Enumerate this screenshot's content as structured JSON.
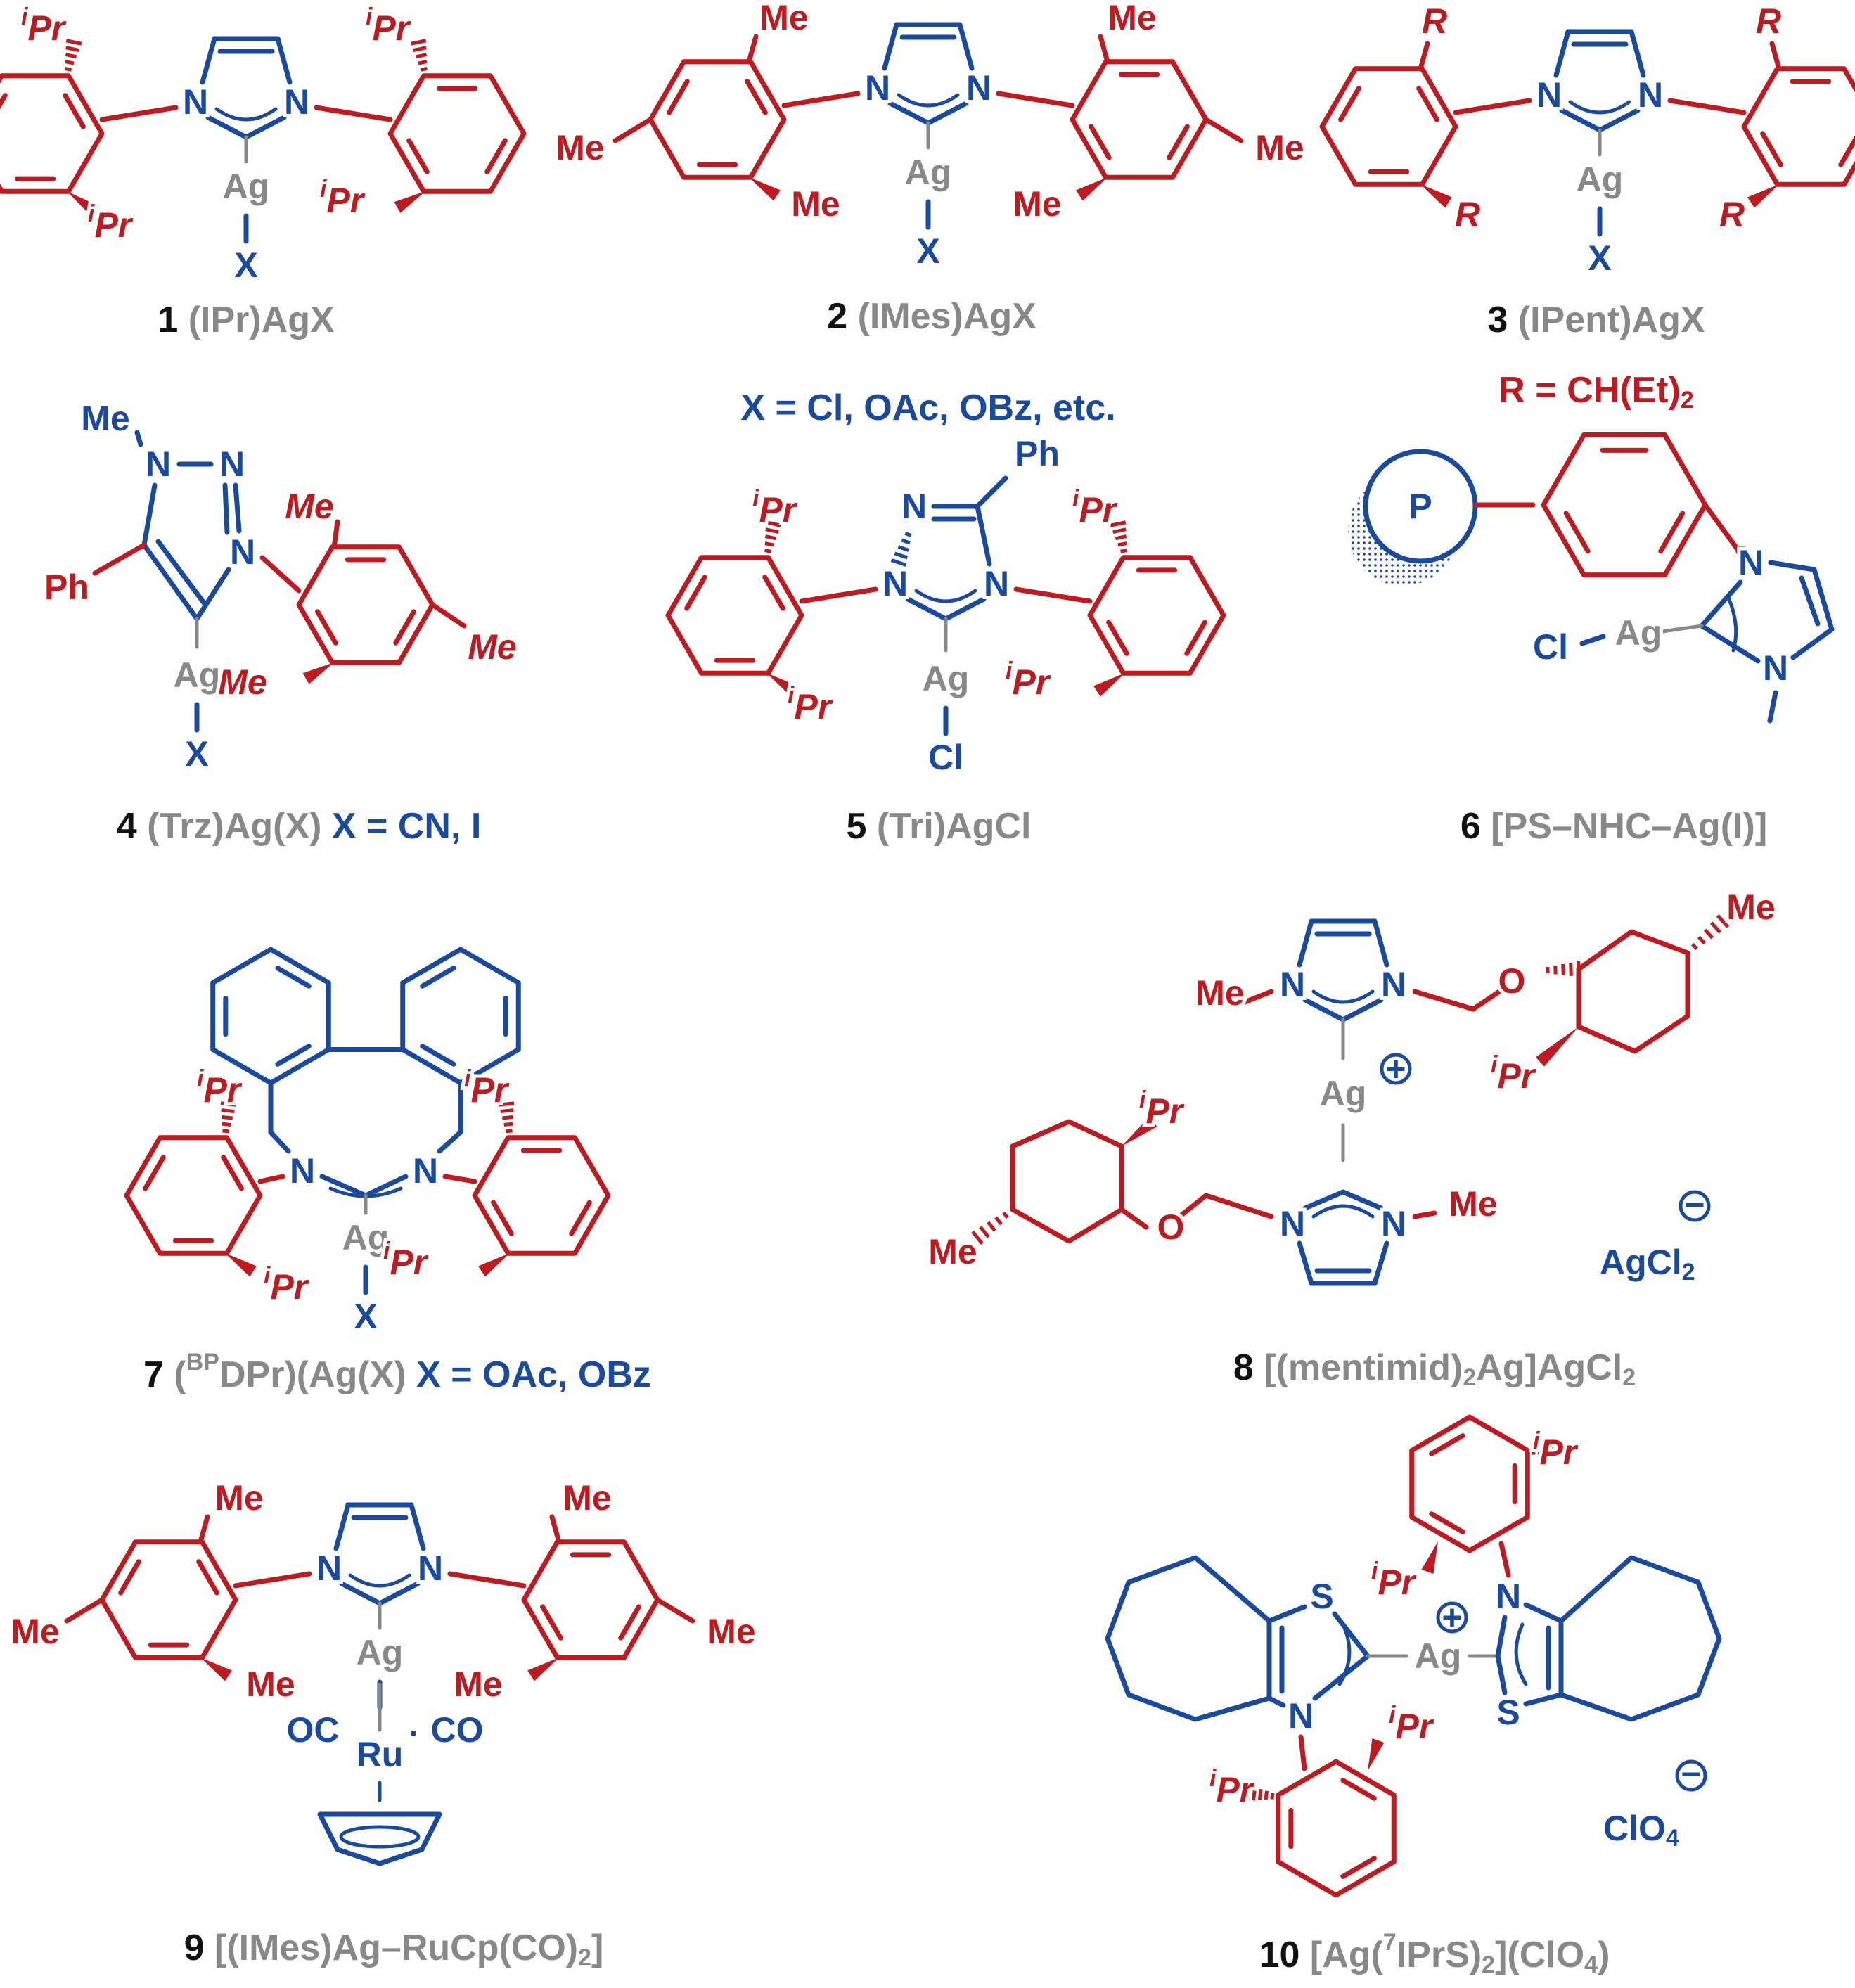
{
  "colors": {
    "red": "#c0191f",
    "blue": "#1a4aa0",
    "gray": "#888888",
    "black": "#111111"
  },
  "atoms": {
    "N": "N",
    "Ag": "Ag",
    "X": "X",
    "Cl": "Cl",
    "Me": "Me",
    "iPr_i": "i",
    "iPr_Pr": "Pr",
    "R": "R",
    "Ph": "Ph",
    "O": "O",
    "S": "S",
    "P": "P",
    "Ru": "Ru",
    "OC": "OC",
    "CO": "CO",
    "plus": "+",
    "minus": "−",
    "AgCl": "AgCl",
    "ClO": "ClO",
    "two": "2",
    "four": "4"
  },
  "x_definition": "X = Cl, OAc, OBz, etc.",
  "r_definition": {
    "main": "R = CH(Et)",
    "sub": "2"
  },
  "compounds": [
    {
      "num": "1",
      "name": "(IPr)AgX"
    },
    {
      "num": "2",
      "name": "(IMes)AgX"
    },
    {
      "num": "3",
      "name": "(IPent)AgX"
    },
    {
      "num": "4",
      "name": "(Trz)Ag(X)",
      "extra": "X = CN, I"
    },
    {
      "num": "5",
      "name": "(Tri)AgCl"
    },
    {
      "num": "6",
      "name": "[PS–NHC–Ag(I)]"
    },
    {
      "num": "7",
      "name_pre": "(",
      "name_sup": "BP",
      "name_post": "DPr)(Ag(X)",
      "extra": "X = OAc, OBz"
    },
    {
      "num": "8",
      "name_main": "[(mentimid)",
      "name_sub": "2",
      "name_post": "Ag]AgCl",
      "name_sub2": "2"
    },
    {
      "num": "9",
      "name_main": "[(IMes)Ag–RuCp(CO)",
      "name_sub": "2",
      "name_post": "]"
    },
    {
      "num": "10",
      "name_main": "[Ag(",
      "name_sup": "7",
      "name_mid": "IPrS)",
      "name_sub": "2",
      "name_post": "](ClO",
      "name_sub2": "4",
      "name_end": ")"
    }
  ]
}
